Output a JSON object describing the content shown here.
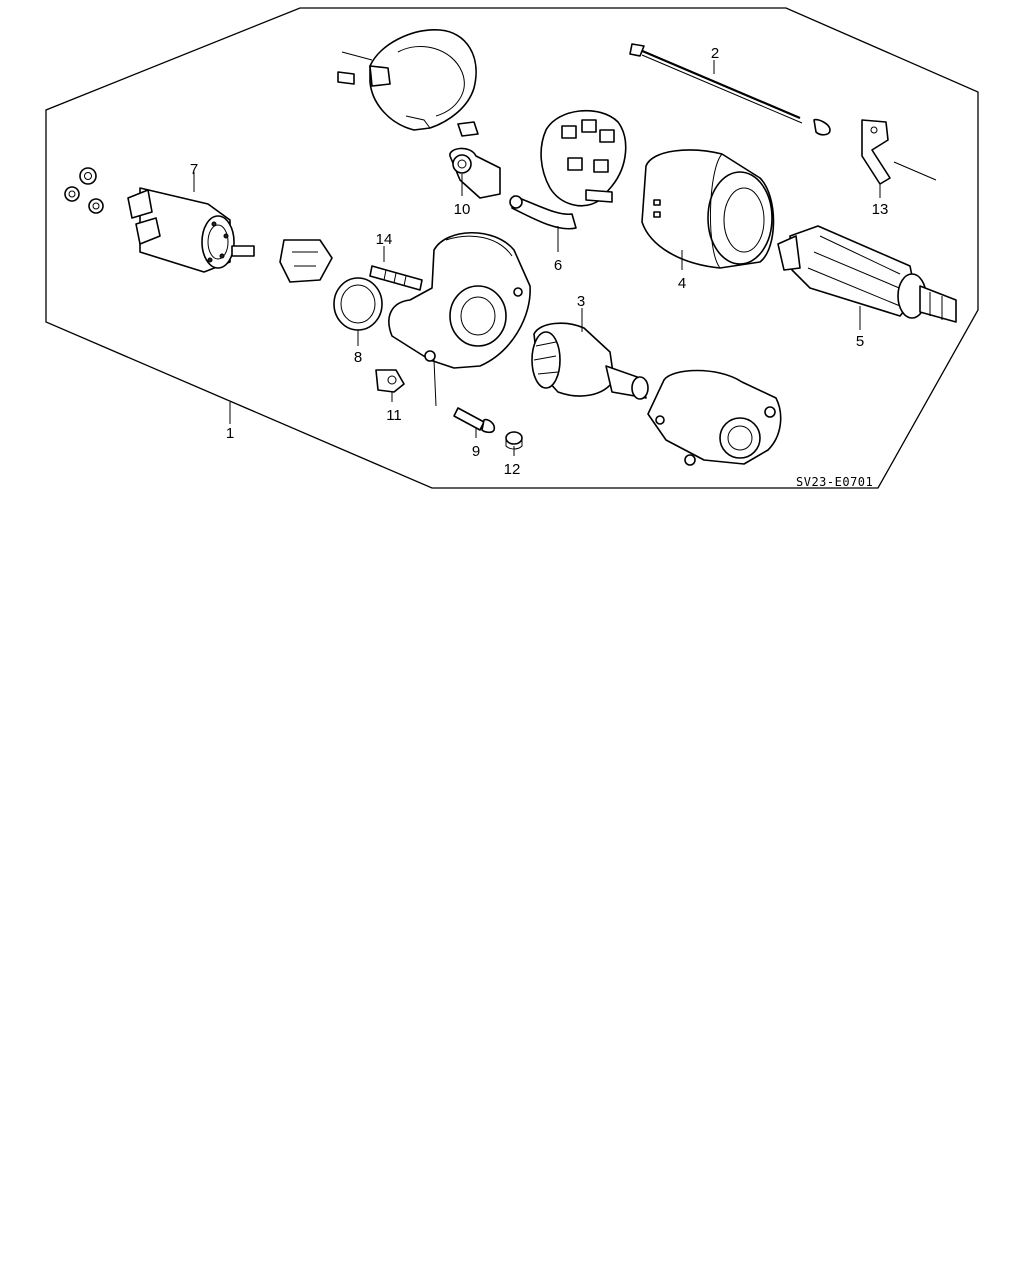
{
  "diagram": {
    "drawing_code": "SV23-E0701",
    "callouts": {
      "c1": "1",
      "c2": "2",
      "c3": "3",
      "c4": "4",
      "c5": "5",
      "c6": "6",
      "c7": "7",
      "c8": "8",
      "c9": "9",
      "c10": "10",
      "c11": "11",
      "c12": "12",
      "c13": "13",
      "c14": "14"
    }
  }
}
